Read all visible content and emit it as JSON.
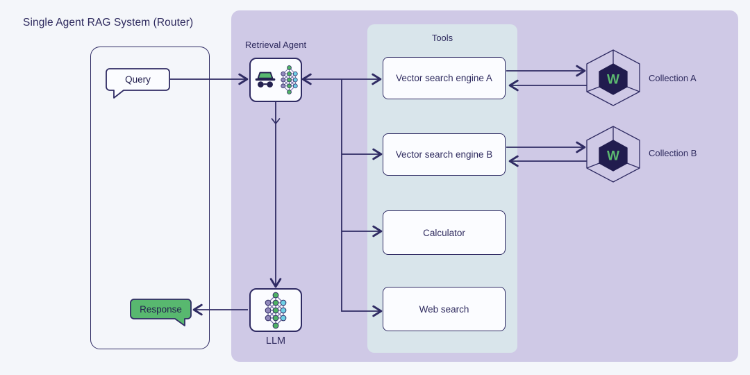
{
  "title": "Single Agent RAG System (Router)",
  "client": {
    "query_label": "Query",
    "response_label": "Response"
  },
  "agent": {
    "label": "Retrieval Agent"
  },
  "llm": {
    "label": "LLM"
  },
  "tools": {
    "title": "Tools",
    "items": [
      {
        "label": "Vector search engine A"
      },
      {
        "label": "Vector search engine B"
      },
      {
        "label": "Calculator"
      },
      {
        "label": "Web search"
      }
    ]
  },
  "collections": {
    "logo_letter": "W",
    "items": [
      {
        "label": "Collection A"
      },
      {
        "label": "Collection B"
      }
    ]
  },
  "colors": {
    "page_background": "#f4f6fa",
    "agent_region_purple": "#cfc9e6",
    "tools_region_blue": "#d9e5eb",
    "line_navy": "#2f2b63",
    "text_navy": "#2e2a5e",
    "node_fill_white": "#fbfcff",
    "response_green": "#58b86f",
    "hat_green": "#58b86f",
    "hex_inner_navy": "#211c4e",
    "logo_green": "#5cba70",
    "net_node_green": "#4fb265",
    "net_node_cyan": "#6fd0e6",
    "net_node_purple": "#9189bb"
  }
}
